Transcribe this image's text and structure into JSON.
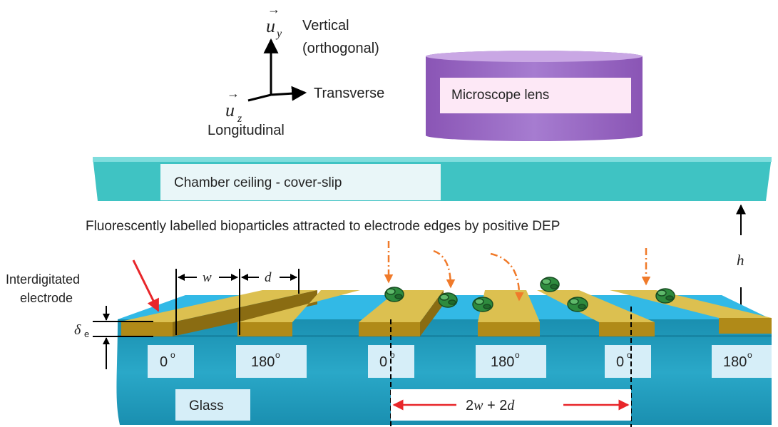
{
  "axes": {
    "uy_label": "u",
    "uy_sub": "y",
    "uz_label": "u",
    "uz_sub": "z",
    "vertical_line1": "Vertical",
    "vertical_line2": "(orthogonal)",
    "transverse": "Transverse",
    "longitudinal": "Longitudinal"
  },
  "lens": {
    "label": "Microscope lens"
  },
  "ceiling": {
    "label": "Chamber ceiling - cover-slip"
  },
  "caption": "Fluorescently labelled bioparticles attracted to electrode edges by positive DEP",
  "dimensions": {
    "w": "w",
    "d": "d",
    "h": "h",
    "delta": "δ",
    "delta_sub": "e",
    "period_prefix": "2",
    "period_w": "w",
    "period_mid": " + 2",
    "period_d": "d"
  },
  "electrode_label_line1": "Interdigitated",
  "electrode_label_line2": "electrode",
  "phases": [
    {
      "value": "0",
      "unit": "o"
    },
    {
      "value": "180",
      "unit": "o"
    },
    {
      "value": "0",
      "unit": "o"
    },
    {
      "value": "180",
      "unit": "o"
    },
    {
      "value": "0",
      "unit": "o"
    },
    {
      "value": "180",
      "unit": "o"
    }
  ],
  "glass": {
    "label": "Glass"
  },
  "colors": {
    "lens": "#9b6fc0",
    "ceiling": "#3fc3c3",
    "solution": "#32b9e6",
    "glass": "#1f98b8",
    "electrode": "#c9a227",
    "particle": "#2e8b3e",
    "arrow_red": "#e8262a",
    "arrow_orange": "#f07a2a"
  }
}
